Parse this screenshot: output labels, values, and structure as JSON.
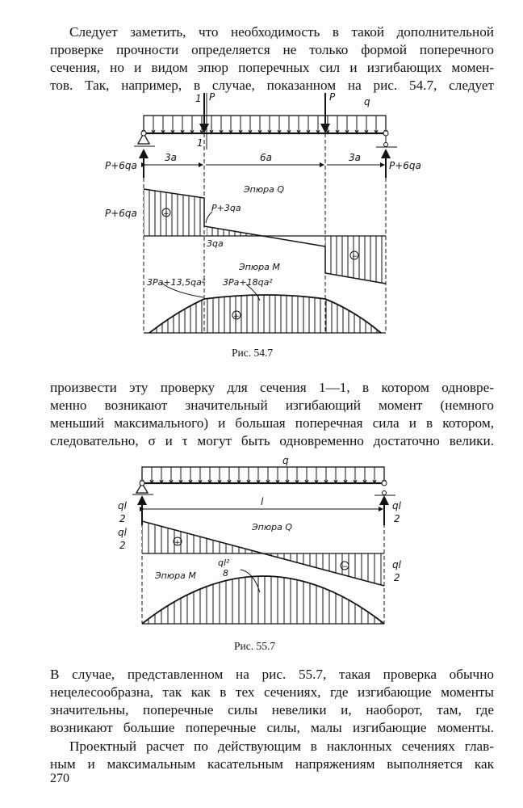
{
  "paragraphs": [
    {
      "lines": [
        "Следует заметить, что необходимость в такой дополнительной",
        "проверке прочности определяется не только формой поперечного",
        "сечения, но и видом эпюр поперечных сил и изгибающих момен-",
        "тов. Так, например, в случае, показанном на рис. 54.7, следует"
      ]
    },
    {
      "lines": [
        "произвести эту проверку для сечения 1—1, в котором одновре-",
        "менно возникают значительный изгибающий момент (немного",
        "меньший максимального) и большая поперечная сила и в котором,",
        "следовательно, σ и τ могут быть одновременно достаточно велики."
      ]
    },
    {
      "lines": [
        "В случае, представленном на рис. 55.7, такая проверка обычно",
        "нецелесообразна, так как в тех сечениях, где изгибающие моменты",
        "значительны, поперечные силы невелики и, наоборот, там, где",
        "возникают большие поперечные силы, малы изгибающие моменты."
      ]
    },
    {
      "lines": [
        "Проектный расчет по действующим в наклонных сечениях глав-",
        "ным и максимальным касательным напряжениям выполняется как"
      ]
    }
  ],
  "figure1": {
    "caption": "Рис. 54.7",
    "section_label": "1",
    "force": "P",
    "load": "q",
    "reaction": "P+6qa",
    "spans": [
      "3a",
      "6a",
      "3a"
    ],
    "q_title": "Эпюра Q",
    "q_left_value": "P+6qa",
    "q_jump_value": "P+3qa",
    "q_after_value": "3qa",
    "m_title": "Эпюра M",
    "m_section_value": "3Pa+13,5qa²",
    "m_max_value": "3Pa+18qa²",
    "plus": "+",
    "minus": "−"
  },
  "figure2": {
    "caption": "Рис. 55.7",
    "load": "q",
    "reaction_num": "ql",
    "reaction_den": "2",
    "span": "l",
    "q_title": "Эпюра Q",
    "m_title": "Эпюра M",
    "m_max_num": "ql²",
    "m_max_den": "8",
    "plus": "+",
    "minus": "−"
  },
  "page_number": "270"
}
